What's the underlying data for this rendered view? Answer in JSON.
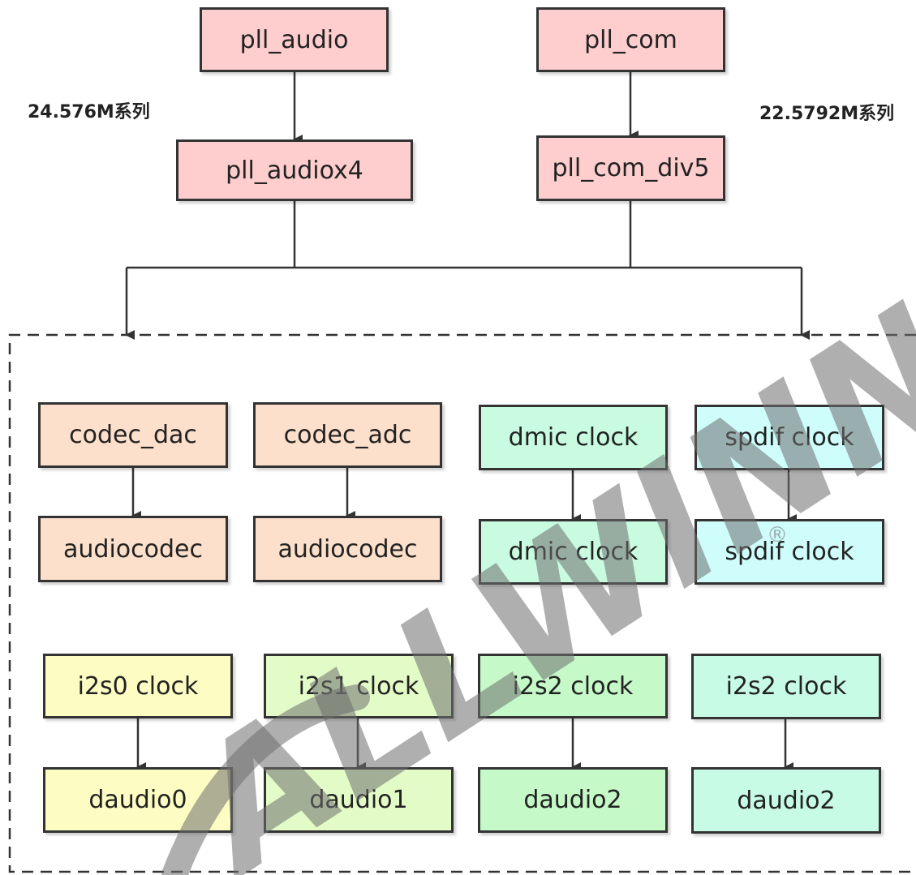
{
  "labels": {
    "left_series": "24.576M系列",
    "right_series": "22.5792M系列"
  },
  "top": {
    "pll_audio": "pll_audio",
    "pll_audiox4": "pll_audiox4",
    "pll_com": "pll_com",
    "pll_com_div5": "pll_com_div5"
  },
  "group1": {
    "codec_dac": "codec_dac",
    "codec_dac_child": "audiocodec",
    "codec_adc": "codec_adc",
    "codec_adc_child": "audiocodec",
    "dmic": "dmic clock",
    "dmic_child": "dmic clock",
    "spdif": "spdif clock",
    "spdif_child": "spdif clock"
  },
  "group2": {
    "i2s0": "i2s0 clock",
    "i2s0_child": "daudio0",
    "i2s1": "i2s1 clock",
    "i2s1_child": "daudio1",
    "i2s2a": "i2s2 clock",
    "i2s2a_child": "daudio2",
    "i2s2b": "i2s2 clock",
    "i2s2b_child": "daudio2"
  },
  "watermark": "ALLWINNER",
  "colors": {
    "pll": "#fecdcd",
    "codec": "#fde0cb",
    "dmic": "#c9fbe0",
    "spdif": "#cefdfc",
    "i2s0": "#fdfdc3",
    "i2s1": "#e3fcc7",
    "i2s2a": "#c5f9c8",
    "i2s2b": "#c8fbe6"
  }
}
